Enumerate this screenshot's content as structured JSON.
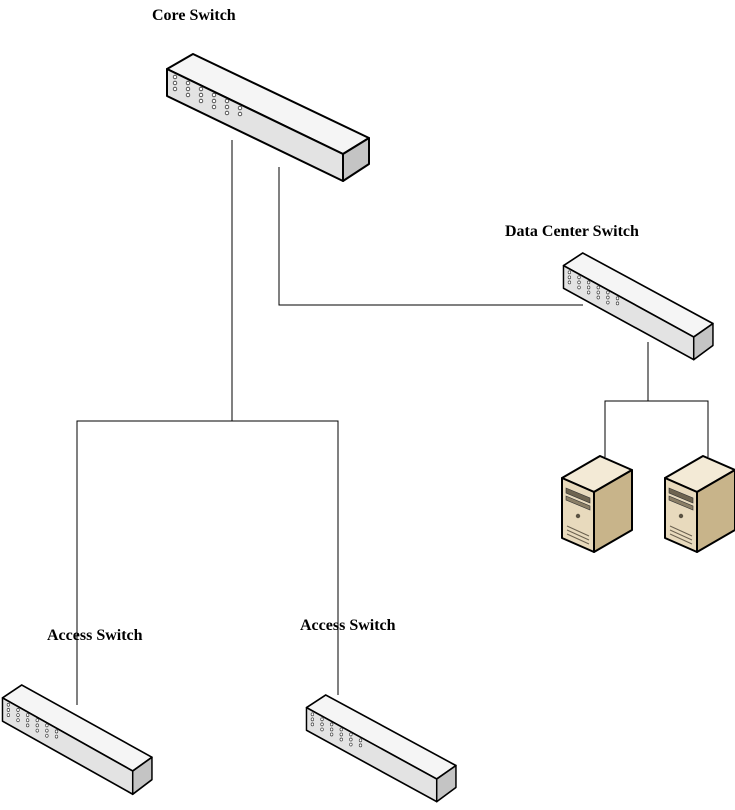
{
  "diagram": {
    "title": "",
    "nodes": {
      "core_switch": {
        "label": "Core Switch",
        "icon": "network-switch-icon"
      },
      "data_center_switch": {
        "label": "Data Center Switch",
        "icon": "network-switch-icon"
      },
      "access_switch_1": {
        "label": "Access Switch",
        "icon": "network-switch-icon"
      },
      "access_switch_2": {
        "label": "Access Switch",
        "icon": "network-switch-icon"
      },
      "server_1": {
        "label": "",
        "icon": "server-tower-icon"
      },
      "server_2": {
        "label": "",
        "icon": "server-tower-icon"
      }
    },
    "edges": [
      {
        "from": "core_switch",
        "to": "access_switch_1"
      },
      {
        "from": "core_switch",
        "to": "access_switch_2"
      },
      {
        "from": "core_switch",
        "to": "data_center_switch"
      },
      {
        "from": "data_center_switch",
        "to": "server_1"
      },
      {
        "from": "data_center_switch",
        "to": "server_2"
      }
    ],
    "colors": {
      "line": "#000000",
      "switch_top": "#f4f4f4",
      "switch_front": "#e2e2e2",
      "switch_side": "#c9c9c9",
      "server_front": "#e9dcc0",
      "server_side": "#c7b48c",
      "server_top": "#f3ead6"
    }
  }
}
